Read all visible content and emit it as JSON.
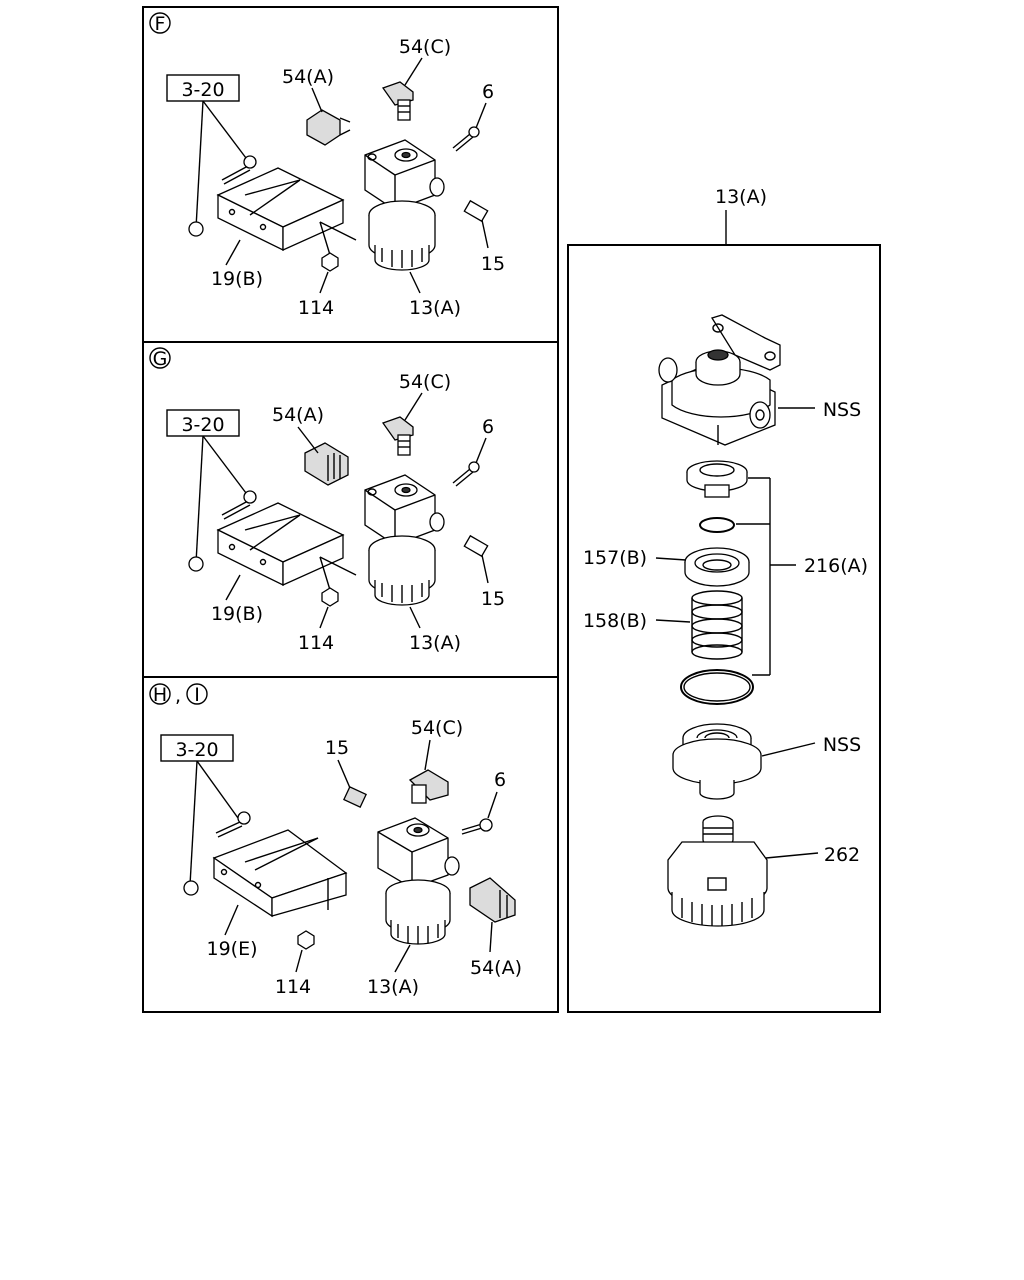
{
  "panels": {
    "F": {
      "marker": "F",
      "ref_box": "3-20",
      "labels": [
        "54(C)",
        "54(A)",
        "6",
        "19(B)",
        "114",
        "13(A)",
        "15"
      ]
    },
    "G": {
      "marker": "G",
      "ref_box": "3-20",
      "labels": [
        "54(C)",
        "54(A)",
        "6",
        "19(B)",
        "114",
        "13(A)",
        "15"
      ]
    },
    "HI": {
      "marker_1": "H",
      "separator": ",",
      "marker_2": "I",
      "ref_box": "3-20",
      "labels": [
        "54(C)",
        "15",
        "6",
        "19(E)",
        "114",
        "13(A)",
        "54(A)"
      ]
    },
    "detail": {
      "title": "13(A)",
      "labels": [
        "NSS",
        "157(B)",
        "158(B)",
        "216(A)",
        "NSS",
        "262"
      ]
    }
  }
}
